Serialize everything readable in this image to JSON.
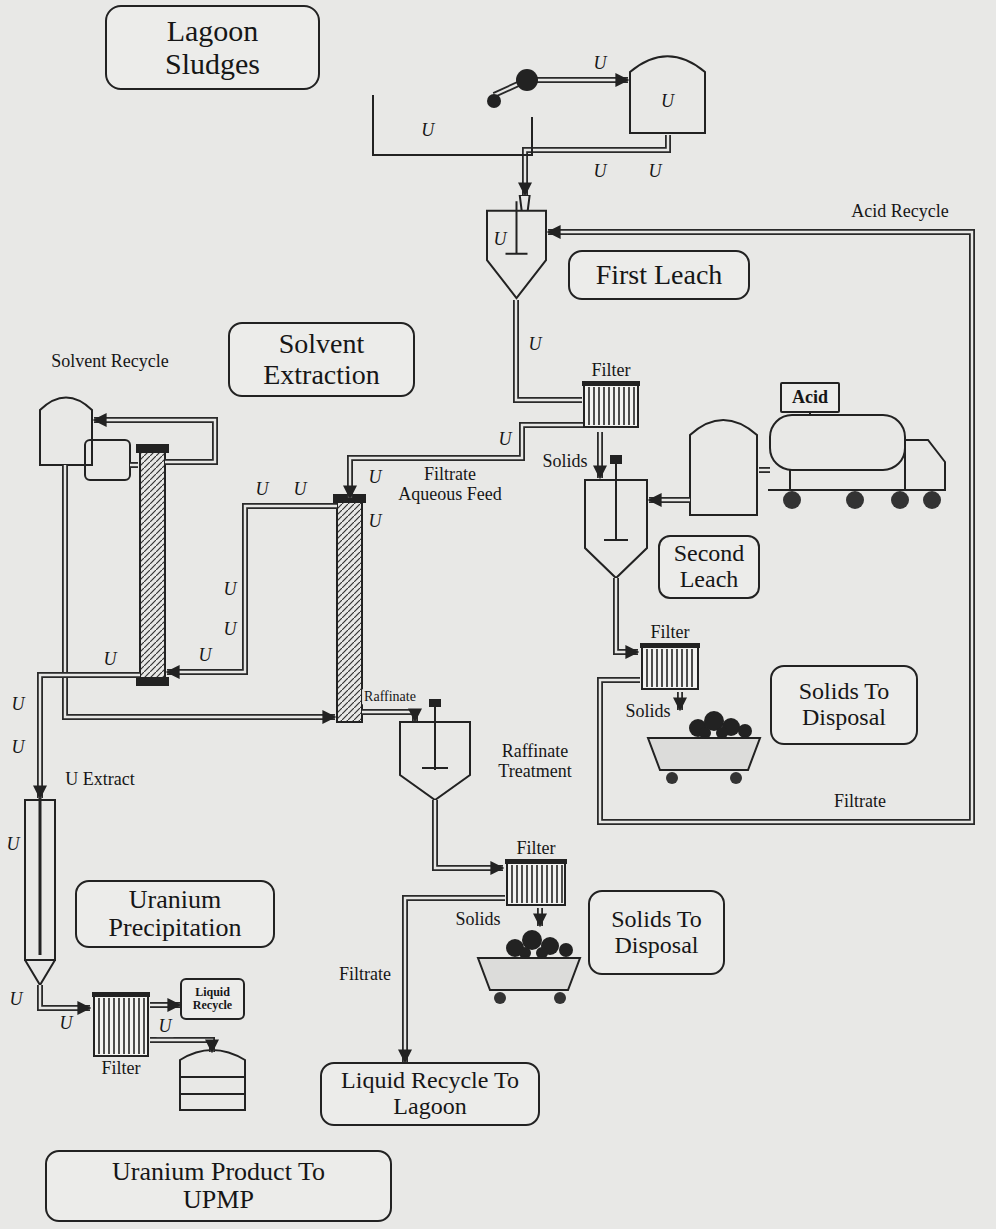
{
  "diagram": {
    "nodes": [
      {
        "text": [
          "Lagoon Sludges"
        ]
      },
      {
        "text": [
          "U"
        ]
      },
      {
        "text": [
          "U"
        ]
      },
      {
        "text": [
          "U"
        ]
      },
      {
        "text": [
          "First Leach"
        ]
      },
      {
        "text": [
          "Filter"
        ]
      },
      {
        "text": [
          "Acid"
        ]
      },
      {
        "text": [
          "Second Leach"
        ]
      },
      {
        "text": [
          "Filter"
        ]
      },
      {
        "text": [
          "Solids To Disposal"
        ]
      },
      {
        "text": [
          "Solvent Extraction"
        ]
      },
      {
        "text": [
          "Filter"
        ]
      },
      {
        "text": [
          "Solids To Disposal"
        ]
      },
      {
        "text": [
          "Uranium Precipitation"
        ]
      },
      {
        "text": [
          "Filter"
        ]
      },
      {
        "text": [
          "Liquid Recycle"
        ]
      },
      {
        "text": [
          "Liquid Recycle To Lagoon"
        ]
      },
      {
        "text": [
          "Uranium Product To UPMP"
        ]
      }
    ],
    "edges": [
      {
        "from": 1,
        "to": 2,
        "arrow": "to"
      },
      {
        "from": 2,
        "to": 3,
        "arrow": "to"
      },
      {
        "from": 3,
        "to": 5,
        "arrow": "none"
      },
      {
        "from": 8,
        "to": 3,
        "label": "Acid Recycle",
        "arrow": "to"
      },
      {
        "from": 11,
        "to": 16,
        "label": "Filtrate",
        "arrow": "to"
      },
      {
        "from": 14,
        "to": 15,
        "arrow": "to"
      }
    ],
    "labels": [
      "U",
      "U",
      "U",
      "U",
      "Solvent Recycle",
      "Filtrate Aqueous Feed",
      "U",
      "Solids",
      "U",
      "U",
      "U",
      "U",
      "U",
      "U",
      "U",
      "U",
      "U",
      "U",
      "Raffinate",
      "Solids",
      "Raffinate Treatment",
      "U Extract",
      "Filtrate",
      "U",
      "Solids",
      "U",
      "U",
      "U"
    ]
  }
}
